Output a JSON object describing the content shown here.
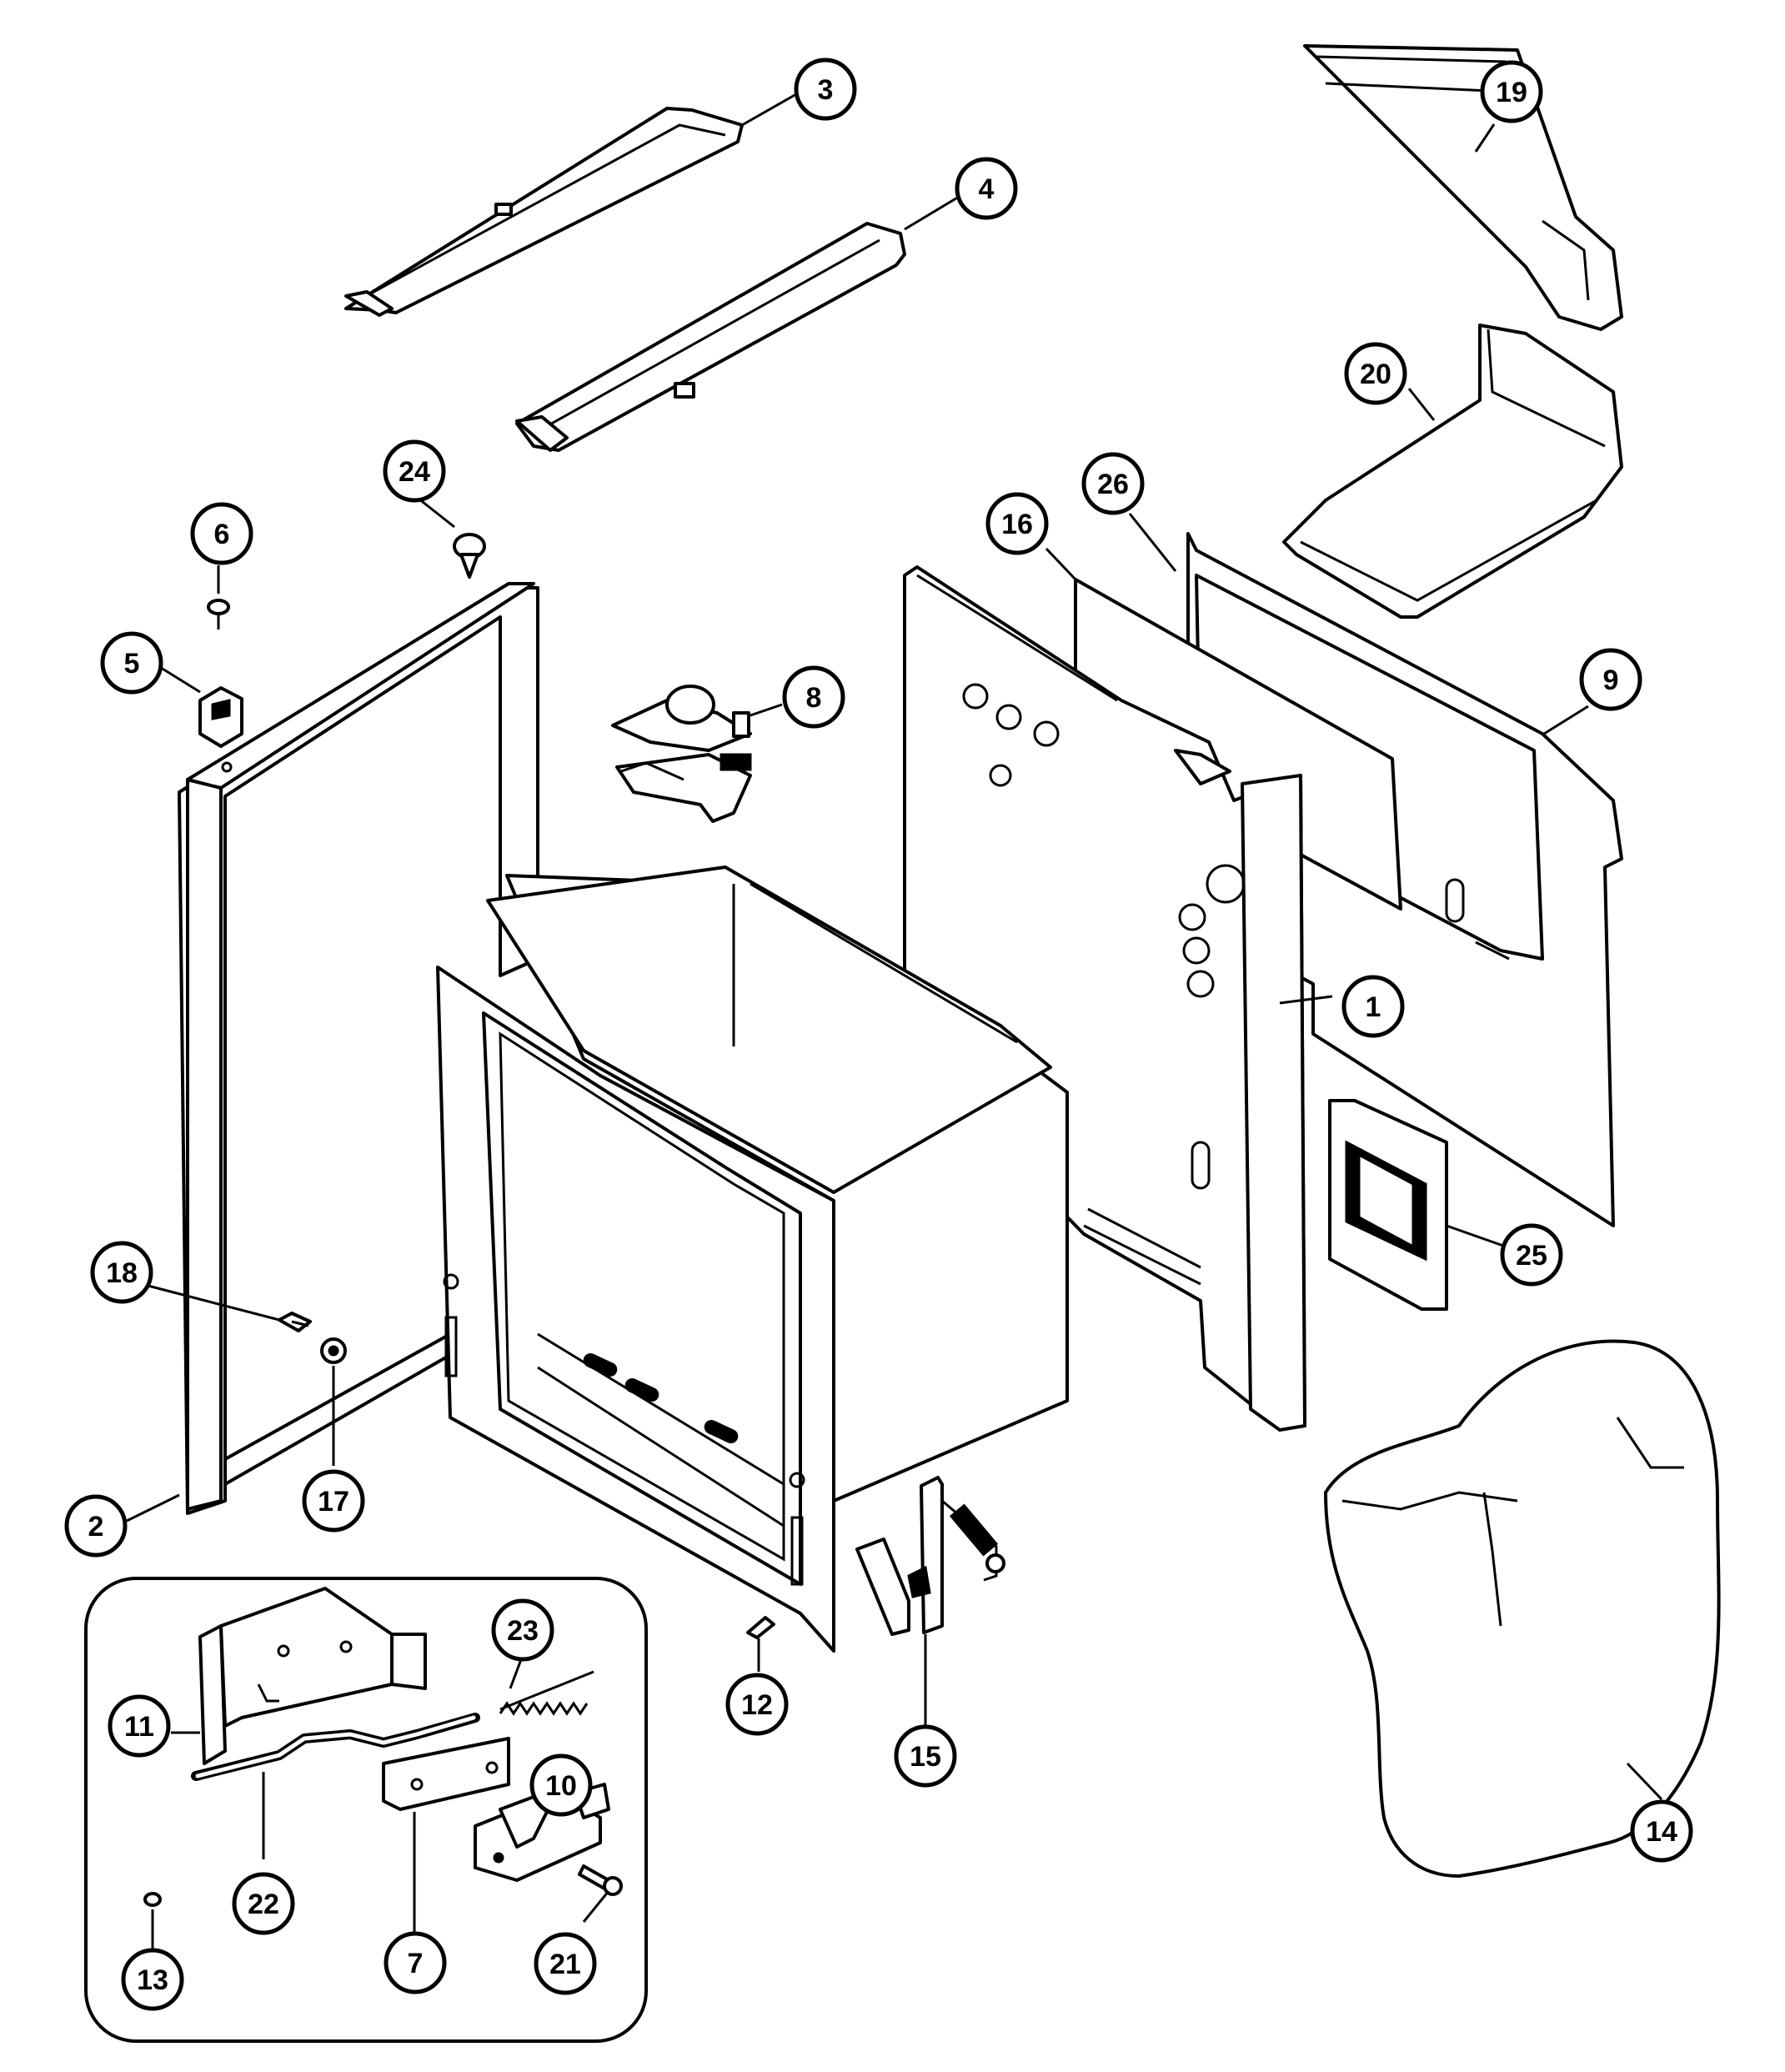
{
  "diagram": {
    "callouts": [
      {
        "label": "1"
      },
      {
        "label": "2"
      },
      {
        "label": "3"
      },
      {
        "label": "4"
      },
      {
        "label": "5"
      },
      {
        "label": "6"
      },
      {
        "label": "7"
      },
      {
        "label": "8"
      },
      {
        "label": "9"
      },
      {
        "label": "10"
      },
      {
        "label": "11"
      },
      {
        "label": "12"
      },
      {
        "label": "13"
      },
      {
        "label": "14"
      },
      {
        "label": "15"
      },
      {
        "label": "16"
      },
      {
        "label": "17"
      },
      {
        "label": "18"
      },
      {
        "label": "19"
      },
      {
        "label": "20"
      },
      {
        "label": "21"
      },
      {
        "label": "22"
      },
      {
        "label": "23"
      },
      {
        "label": "24"
      },
      {
        "label": "25"
      },
      {
        "label": "26"
      }
    ]
  }
}
